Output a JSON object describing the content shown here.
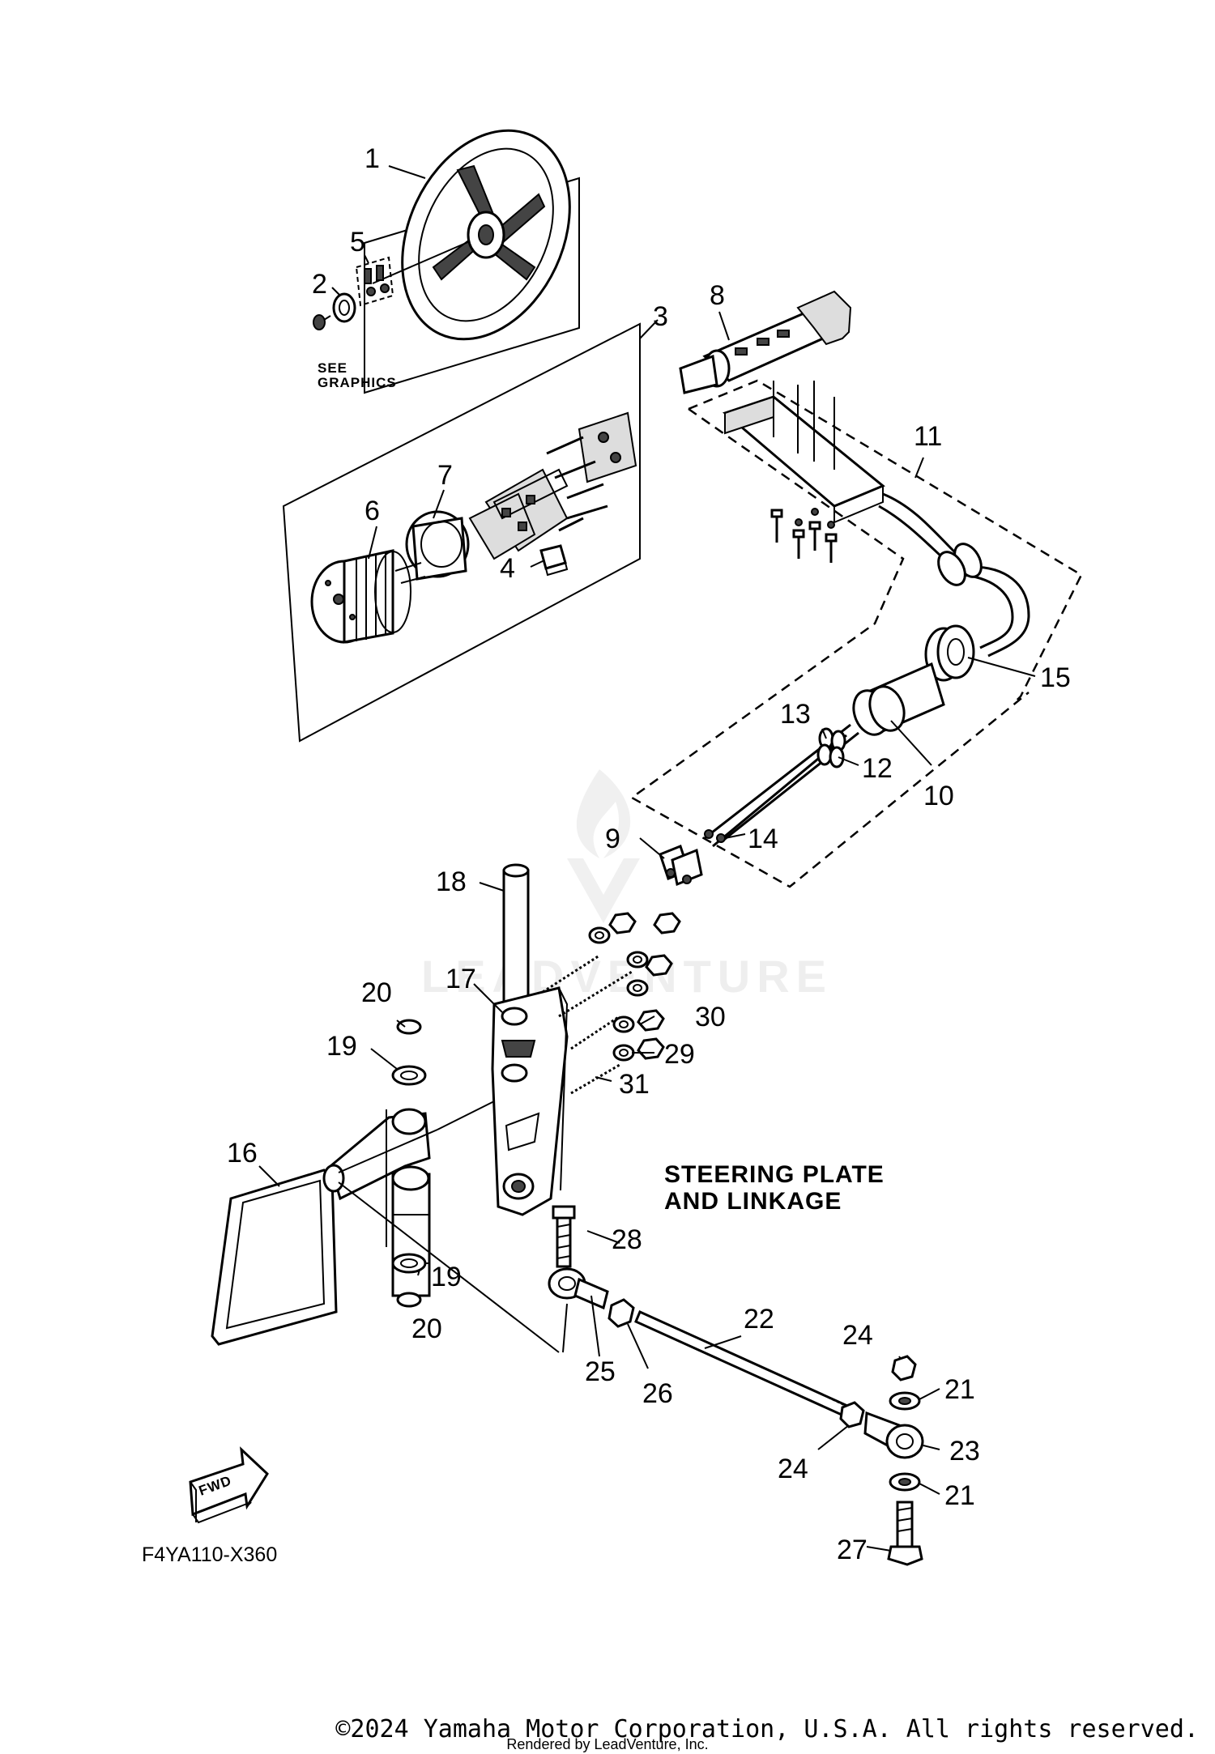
{
  "diagram": {
    "title_line1": "STEERING PLATE",
    "title_line2": "AND LINKAGE",
    "see_graphics_line1": "SEE",
    "see_graphics_line2": "GRAPHICS",
    "fwd_label": "FWD",
    "drawing_code": "F4YA110-X360",
    "watermark": "LEADVENTURE",
    "callouts": [
      "1",
      "2",
      "3",
      "4",
      "5",
      "6",
      "7",
      "8",
      "9",
      "10",
      "11",
      "12",
      "13",
      "14",
      "15",
      "16",
      "17",
      "18",
      "19",
      "19",
      "20",
      "20",
      "21",
      "21",
      "22",
      "23",
      "24",
      "24",
      "25",
      "26",
      "27",
      "28",
      "29",
      "30",
      "31"
    ]
  },
  "footer": {
    "copyright": "©2024 Yamaha Motor Corporation, U.S.A. All rights reserved.",
    "rendered_by": "Rendered by LeadVenture, Inc."
  }
}
